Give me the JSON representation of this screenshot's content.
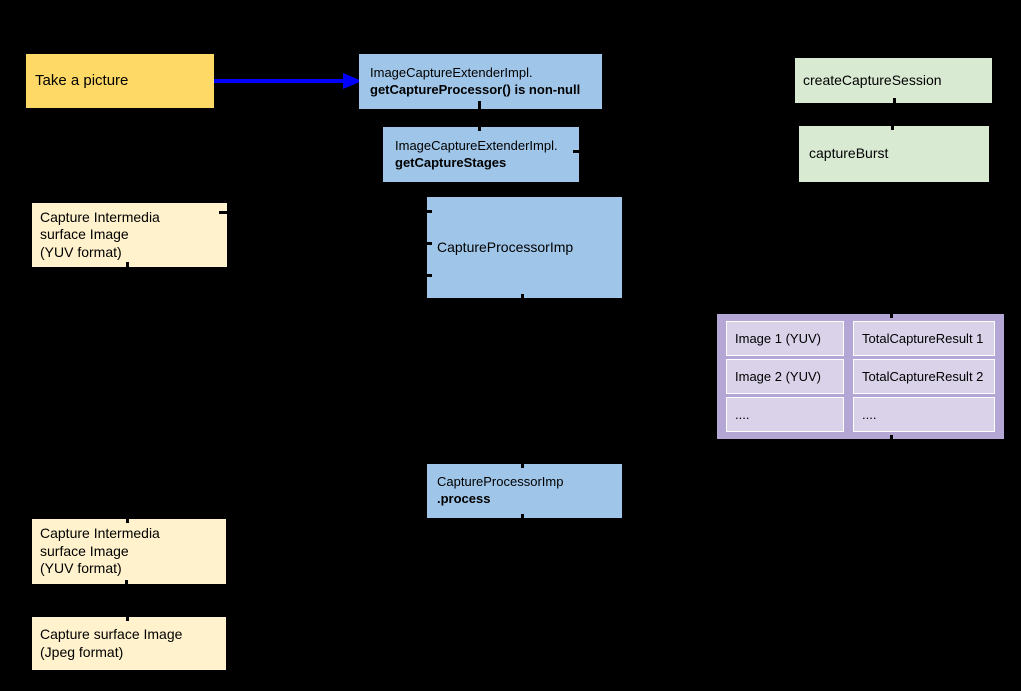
{
  "diagram": {
    "background": "#000000",
    "boxes": {
      "take_picture": {
        "label": "Take a picture"
      },
      "get_capture_processor": {
        "lines": [
          "ImageCaptureExtenderImpl.",
          "getCaptureProcessor() is non-null"
        ]
      },
      "get_capture_stages": {
        "lines": [
          "ImageCaptureExtenderImpl.",
          "getCaptureStages"
        ]
      },
      "capture_processor": {
        "label": "CaptureProcessorImp"
      },
      "create_capture_session": {
        "label": "createCaptureSession"
      },
      "capture_burst": {
        "label": "captureBurst"
      },
      "process": {
        "lines": [
          "CaptureProcessorImp",
          ".process"
        ]
      },
      "intermedia_surface_top": {
        "lines": [
          "Capture Intermedia",
          "surface Image",
          "(YUV format)"
        ]
      },
      "intermedia_surface_bottom": {
        "lines": [
          "Capture Intermedia",
          "surface Image",
          "(YUV format)"
        ]
      },
      "capture_surface_jpeg": {
        "lines": [
          "Capture surface Image",
          "(Jpeg format)"
        ]
      }
    },
    "results_table": {
      "rows": [
        {
          "image": "Image 1 (YUV)",
          "result": "TotalCaptureResult 1"
        },
        {
          "image": "Image 2 (YUV)",
          "result": "TotalCaptureResult 2"
        },
        {
          "image": "....",
          "result": "...."
        }
      ]
    },
    "connections": [
      {
        "from": "take_picture",
        "to": "get_capture_processor",
        "color": "#0000FF",
        "style": "thick-arrow"
      }
    ],
    "colors": {
      "background": "#000000",
      "yellow_box": "#FFD966",
      "cream_box": "#FFF2CC",
      "blue_box": "#9FC5E8",
      "green_box": "#D9EAD3",
      "purple_table": "#B4A7D6",
      "purple_cell": "#D9D2E9",
      "arrow_blue": "#0000FF",
      "text": "#000000"
    }
  }
}
